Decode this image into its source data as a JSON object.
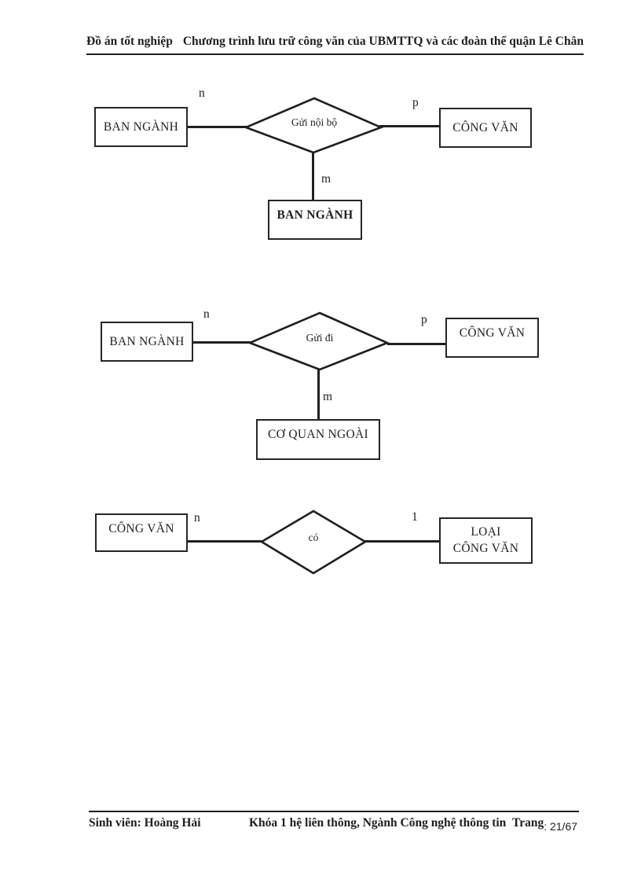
{
  "header": {
    "left": "Đồ án tốt nghiệp",
    "right": "Chương trình lưu trữ công văn của UBMTTQ và các đoàn thể quận Lê Chân"
  },
  "footer": {
    "student": "Sinh viên: Hoàng Hải",
    "course": "Khóa 1 hệ liên thông, Ngành Công nghệ thông tin",
    "page_label": "Trang",
    "page_value": ": 21/67"
  },
  "diagrams": [
    {
      "left_entity": "BAN NGÀNH",
      "relation": "Gửi nội bộ",
      "right_entity": "CÔNG VĂN",
      "bottom_entity": "BAN NGÀNH",
      "card_left": "n",
      "card_right": "p",
      "card_bottom": "m"
    },
    {
      "left_entity": "BAN NGÀNH",
      "relation": "Gửi đi",
      "right_entity": "CÔNG VĂN",
      "bottom_entity": "CƠ QUAN NGOÀI",
      "card_left": "n",
      "card_right": "p",
      "card_bottom": "m"
    },
    {
      "left_entity": "CÔNG VĂN",
      "relation": "có",
      "right_entity_line1": "LOẠI",
      "right_entity_line2": "CÔNG VĂN",
      "card_left": "n",
      "card_right": "1"
    }
  ],
  "colors": {
    "ink": "#1f1f1f",
    "paper": "#ffffff"
  }
}
